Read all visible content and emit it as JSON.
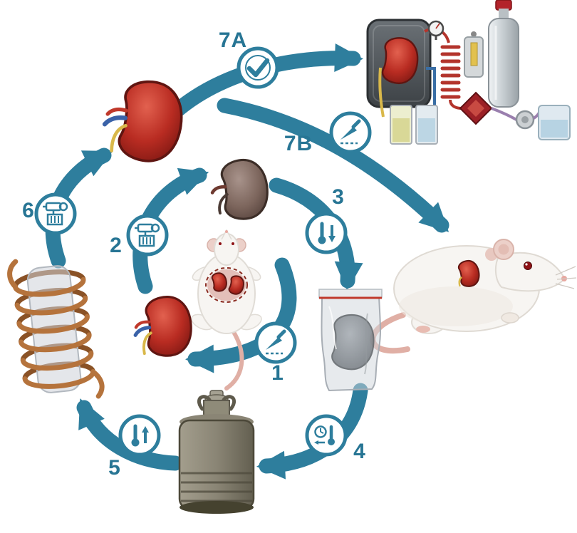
{
  "diagram": {
    "name": "kidney-cryopreservation-and-transplant-cycle",
    "colors": {
      "arrow": "#2e7e9d",
      "label": "#277594",
      "kidney_red": "#b02a20",
      "kidney_cpa_loaded": "#7c655c",
      "copper_coil": "#b5733c",
      "dewar_body": "#827e6d",
      "machine_accent_red": "#b3342c",
      "machine_accent_blue": "#3a6ea5"
    },
    "steps": [
      {
        "id": "1",
        "icon": "scalpel-icon",
        "meaning": "kidney procurement"
      },
      {
        "id": "2",
        "icon": "perfusion-icon",
        "meaning": "CPA loading"
      },
      {
        "id": "3",
        "icon": "thermometer-down-icon",
        "meaning": "cooling"
      },
      {
        "id": "4",
        "icon": "timer-thermometer-icon",
        "meaning": "cryogenic storage"
      },
      {
        "id": "5",
        "icon": "thermometer-up-icon",
        "meaning": "rewarming"
      },
      {
        "id": "6",
        "icon": "perfusion-icon",
        "meaning": "CPA unloading"
      },
      {
        "id": "7A",
        "icon": "checkmark-icon",
        "meaning": "machine perfusion assessment"
      },
      {
        "id": "7B",
        "icon": "scalpel-icon",
        "meaning": "transplantation"
      }
    ]
  }
}
